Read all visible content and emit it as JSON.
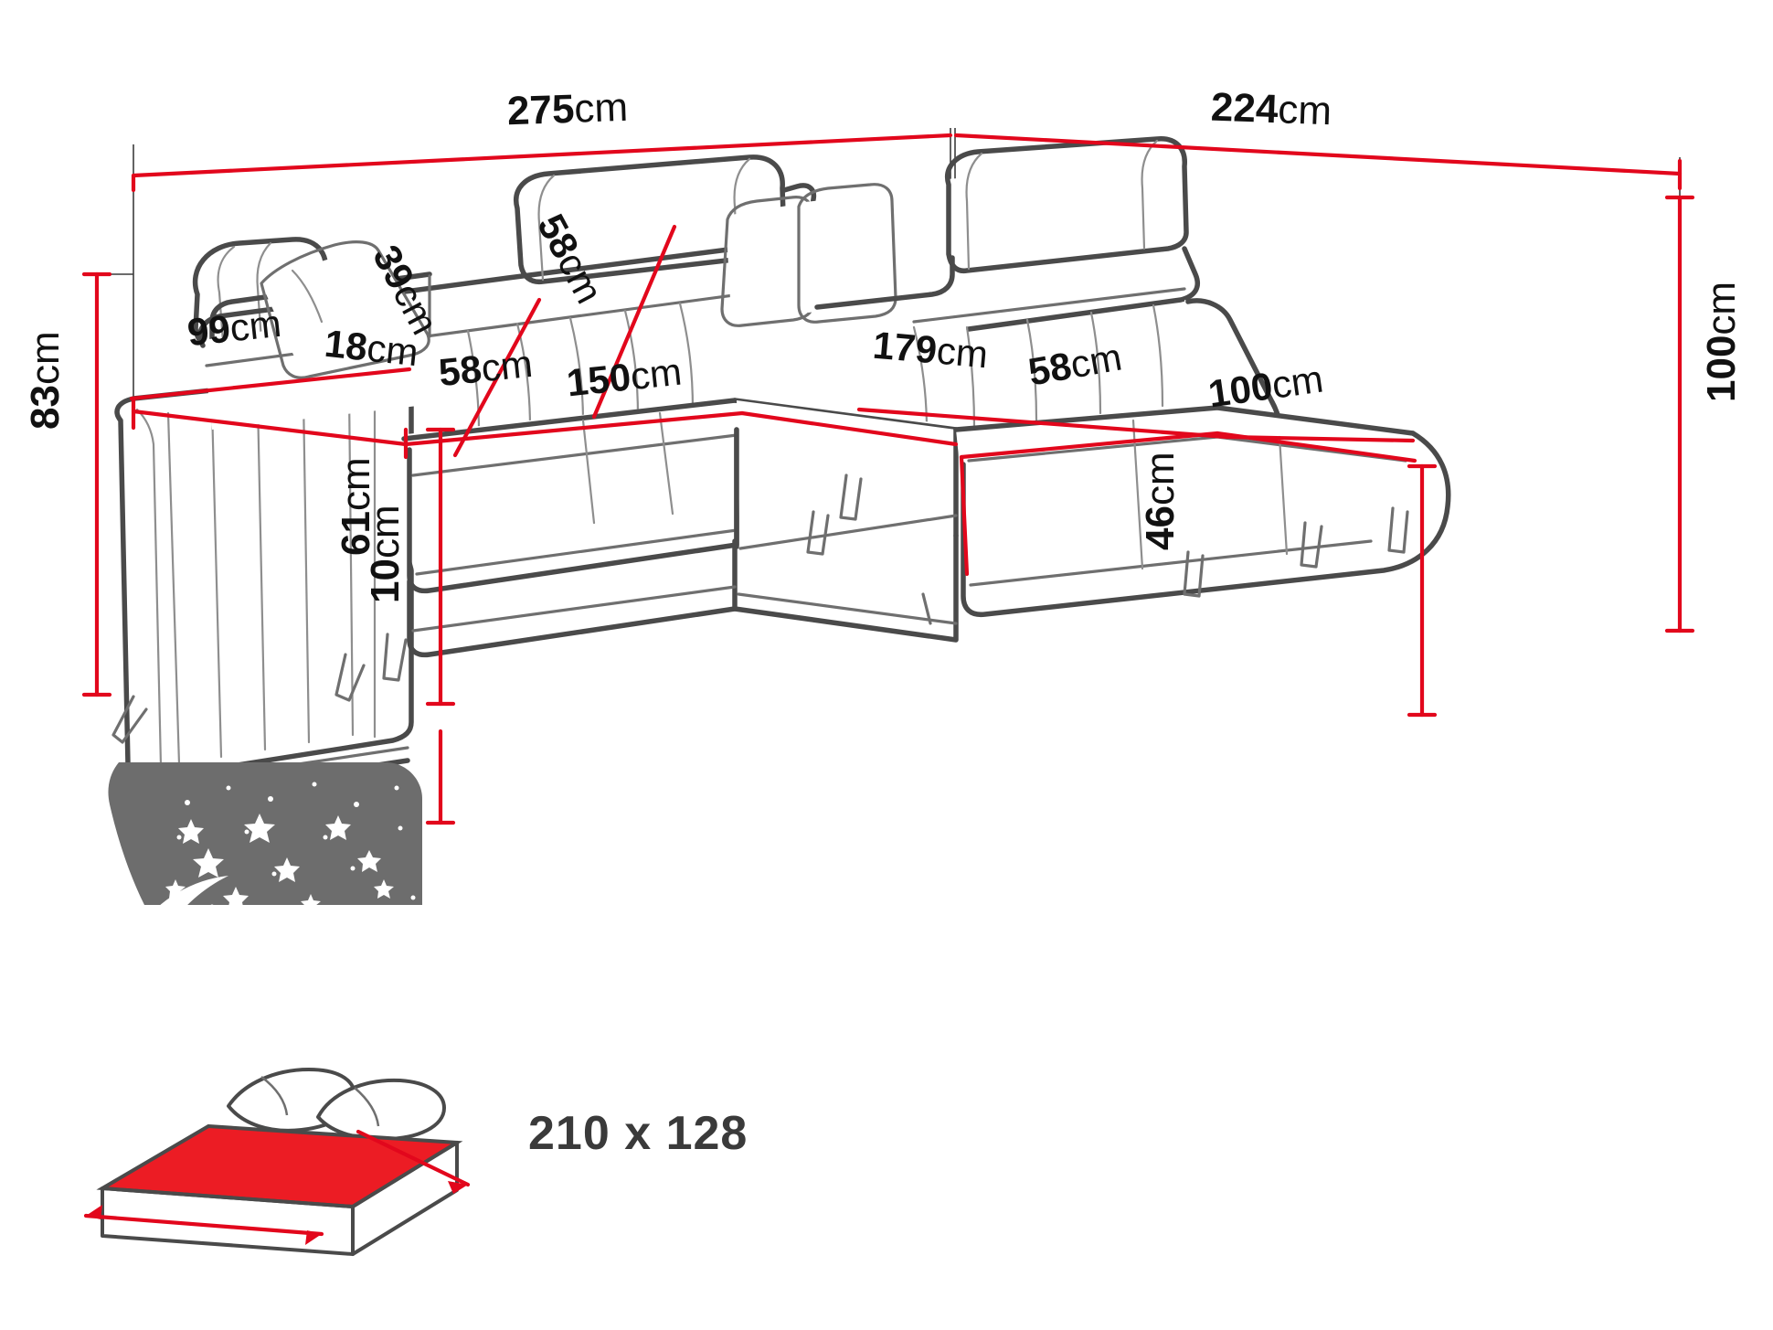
{
  "diagram": {
    "type": "furniture-dimension-drawing",
    "product": "L-shaped corner sofa bed",
    "colors": {
      "dimension_line": "#e2071c",
      "extension_line": "#3c3c3c",
      "outline_dark": "#4a4a4a",
      "outline_light": "#8c8c8c",
      "mattress_red": "#ec1c24",
      "blanket_grey": "#6d6d6d",
      "label_text": "#111111",
      "mattress_label_text": "#3a3a3a",
      "background": "#ffffff"
    },
    "measurements": [
      {
        "id": "overall-width-left",
        "value": "275",
        "unit": "cm",
        "rotation": 0,
        "note": "top overall width of the long side"
      },
      {
        "id": "overall-width-right",
        "value": "224",
        "unit": "cm",
        "rotation": 0,
        "note": "top overall width of the chaise side"
      },
      {
        "id": "total-height-left",
        "value": "83",
        "unit": "cm",
        "rotation": -90,
        "note": "left overall height"
      },
      {
        "id": "total-depth-right",
        "value": "100",
        "unit": "cm",
        "rotation": -90,
        "note": "right overall depth"
      },
      {
        "id": "armrest-depth",
        "value": "99",
        "unit": "cm",
        "rotation": -8,
        "note": "armrest top depth"
      },
      {
        "id": "backrest-height",
        "value": "39",
        "unit": "cm",
        "rotation": -78,
        "note": "backrest cushion height"
      },
      {
        "id": "headrest-height",
        "value": "58",
        "unit": "cm",
        "rotation": -78,
        "note": "headrest height"
      },
      {
        "id": "armrest-width",
        "value": "18",
        "unit": "cm",
        "rotation": -8,
        "note": "armrest width"
      },
      {
        "id": "seat-depth-left",
        "value": "58",
        "unit": "cm",
        "rotation": -8,
        "note": "seat depth left section"
      },
      {
        "id": "seat-width-left",
        "value": "150",
        "unit": "cm",
        "rotation": -8,
        "note": "seat width left section"
      },
      {
        "id": "seat-width-right",
        "value": "179",
        "unit": "cm",
        "rotation": -8,
        "note": "seat width chaise section"
      },
      {
        "id": "seat-depth-right",
        "value": "58",
        "unit": "cm",
        "rotation": -8,
        "note": "seat depth chaise section"
      },
      {
        "id": "chaise-depth",
        "value": "100",
        "unit": "cm",
        "rotation": -8,
        "note": "chaise seat depth"
      },
      {
        "id": "seat-height-left",
        "value": "61",
        "unit": "cm",
        "rotation": -90,
        "note": "seat height left"
      },
      {
        "id": "seat-height-right",
        "value": "46",
        "unit": "cm",
        "rotation": -90,
        "note": "seat height chaise"
      },
      {
        "id": "leg-height",
        "value": "10",
        "unit": "cm",
        "rotation": -90,
        "note": "leg height"
      }
    ],
    "sleeping_area": {
      "label": "210 x 128",
      "icon_name": "mattress-bedding-icon"
    }
  }
}
